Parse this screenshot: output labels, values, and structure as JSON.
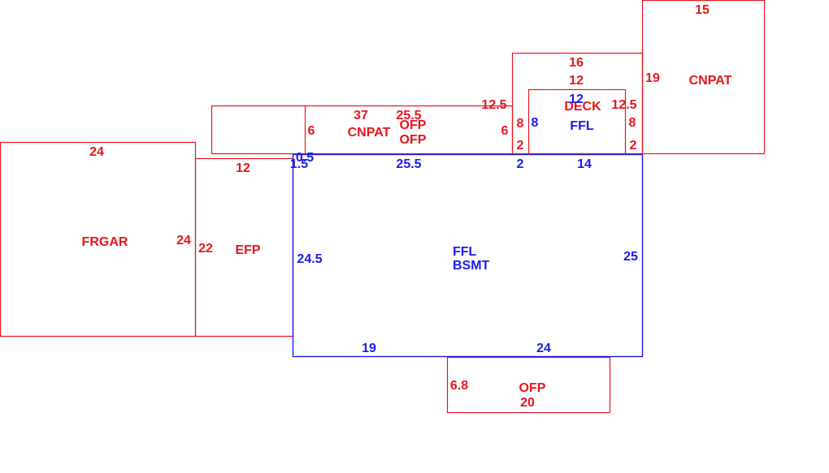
{
  "colors": {
    "accessory": "#e8141b",
    "living": "#1a1aef",
    "background": "#ffffff"
  },
  "areas": {
    "frgar": "FRGAR",
    "efp": "EFP",
    "cnpat_left": "CNPAT",
    "ofp_top_1": "OFP",
    "ofp_top_2": "OFP",
    "deck": "DECK",
    "ffl_upper": "FFL",
    "cnpat_right": "CNPAT",
    "ffl_main": "FFL",
    "bsmt": "BSMT",
    "ofp_bottom": "OFP"
  },
  "dims": {
    "frgar_top": "24",
    "frgar_right": "24",
    "efp_top": "12",
    "efp_left": "22",
    "cnpat_left_top": "37",
    "cnpat_left_side": "6",
    "ofp_top_top": "25.5",
    "ofp_top_right": "6",
    "deck_left_top": "12.5",
    "deck_top_a": "16",
    "deck_top_b": "12",
    "deck_left_8": "8",
    "deck_left_2": "2",
    "deck_right_125": "12.5",
    "deck_right_8": "8",
    "deck_right_2": "2",
    "ffl_upper_top": "12",
    "ffl_upper_left": "8",
    "cnpat_right_top": "15",
    "cnpat_right_left": "19",
    "main_05": "0.5",
    "main_15": "1.5",
    "main_top": "25.5",
    "main_top_2": "2",
    "main_top_14": "14",
    "main_left": "24.5",
    "main_right": "25",
    "main_bottom_19": "19",
    "main_bottom_24": "24",
    "ofp_bottom_left": "6.8",
    "ofp_bottom_bottom": "20"
  }
}
